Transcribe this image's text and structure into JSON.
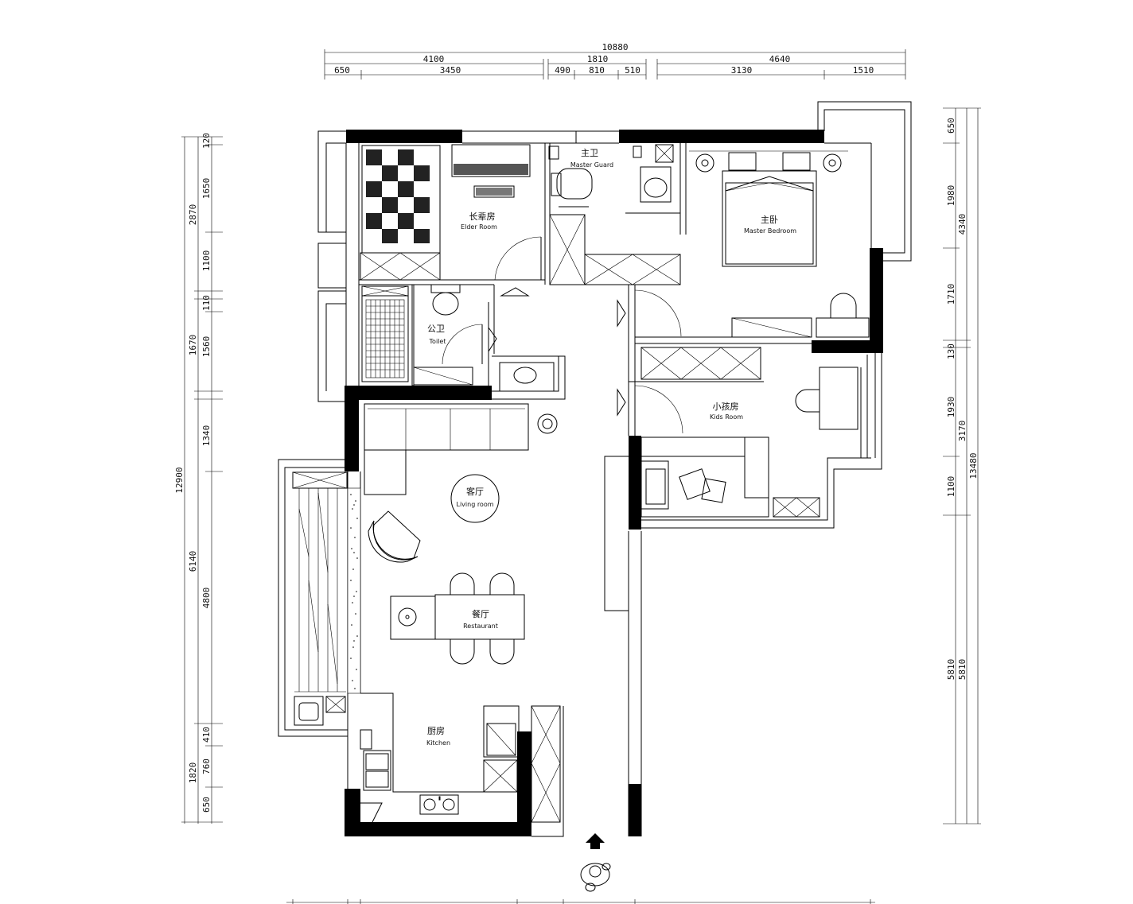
{
  "dimensions": {
    "top": {
      "total": "10880",
      "row1": [
        "4100",
        "1810",
        "4640"
      ],
      "row2": [
        "650",
        "3450",
        "490",
        "810",
        "510",
        "3130",
        "1510"
      ]
    },
    "left": {
      "total": "12900",
      "row1": [
        "2870",
        "1670",
        "6140",
        "1820"
      ],
      "row2": [
        "120",
        "1650",
        "1100",
        "110",
        "1560",
        "1340",
        "4800",
        "410",
        "760",
        "650"
      ]
    },
    "right": {
      "total": "13480",
      "row1": [
        "4340",
        "3170",
        "5810"
      ],
      "row2": [
        "650",
        "1980",
        "1710",
        "130",
        "1930",
        "1100",
        "5810"
      ]
    }
  },
  "rooms": {
    "elder_room": {
      "cn": "长辈房",
      "en": "Elder Room"
    },
    "master_guard": {
      "cn": "主卫",
      "en": "Master Guard"
    },
    "master_bedroom": {
      "cn": "主卧",
      "en": "Master Bedroom"
    },
    "toilet": {
      "cn": "公卫",
      "en": "Toilet"
    },
    "kids_room": {
      "cn": "小孩房",
      "en": "Kids Room"
    },
    "living_room": {
      "cn": "客厅",
      "en": "Living room"
    },
    "restaurant": {
      "cn": "餐厅",
      "en": "Restaurant"
    },
    "kitchen": {
      "cn": "厨房",
      "en": "Kitchen"
    }
  }
}
